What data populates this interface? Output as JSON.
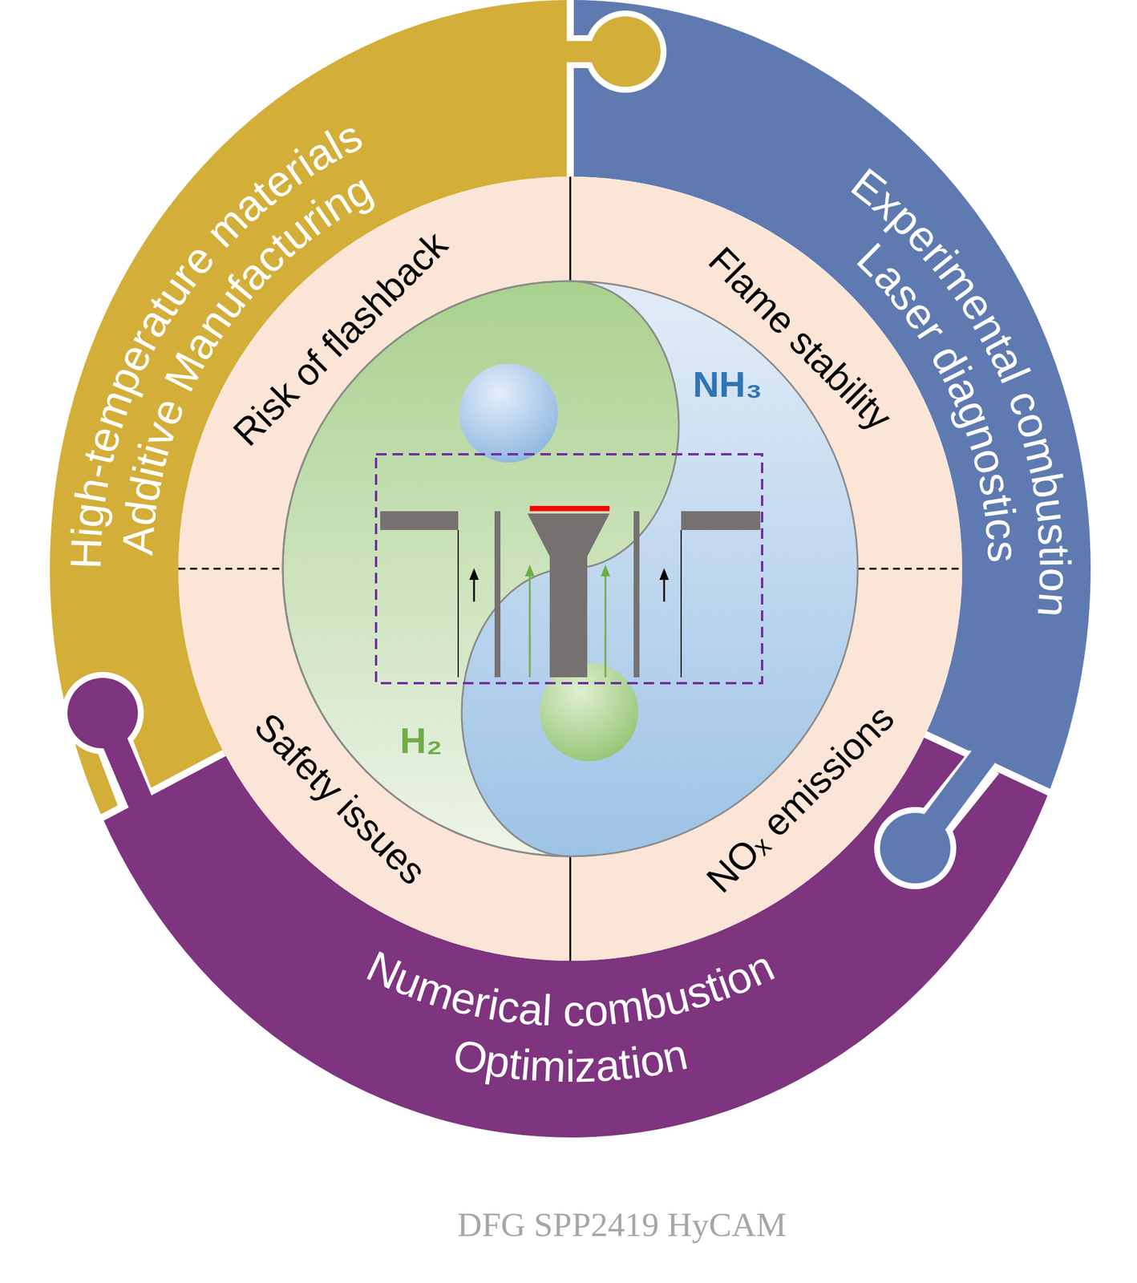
{
  "diagram": {
    "caption": "DFG SPP2419 HyCAM",
    "nodes": [
      {
        "text": [
          "High-temperature materials",
          "Additive Manufacturing"
        ]
      },
      {
        "text": [
          "Experimental combustion",
          "Laser diagnostics"
        ]
      },
      {
        "text": [
          "Numerical combustion",
          "Optimization"
        ]
      },
      {
        "text": [
          "Risk of flashback"
        ]
      },
      {
        "text": [
          "Flame stability"
        ]
      },
      {
        "text": [
          "Safety issues"
        ]
      },
      {
        "text": [
          "NOₓ emissions"
        ]
      }
    ],
    "labels": [
      "NH₃",
      "H₂"
    ]
  }
}
